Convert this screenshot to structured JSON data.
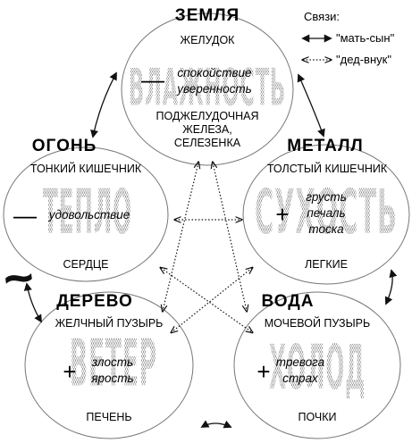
{
  "legend": {
    "title": "Связи:",
    "mother_son": "\"мать-сын\"",
    "grand": "\"дед-внук\""
  },
  "elements": {
    "earth": {
      "title": "ЗЕМЛЯ",
      "organ_top": "ЖЕЛУДОК",
      "quality": "ВЛАЖНОСТЬ",
      "sign": "—",
      "emotions": [
        "спокойствие",
        "уверенность"
      ],
      "organ_bottom": [
        "ПОДЖЕЛУДОЧНАЯ",
        "ЖЕЛЕЗА,",
        "СЕЛЕЗЕНКА"
      ]
    },
    "fire": {
      "title": "ОГОНЬ",
      "organ_top": "ТОНКИЙ КИШЕЧНИК",
      "quality": "ТЕПЛО",
      "sign": "—",
      "emotions": [
        "удовольствие"
      ],
      "organ_bottom": [
        "СЕРДЦЕ"
      ]
    },
    "metal": {
      "title": "МЕТАЛЛ",
      "organ_top": "ТОЛСТЫЙ КИШЕЧНИК",
      "quality": "СУХОСТЬ",
      "sign": "+",
      "emotions": [
        "грусть",
        "печаль",
        "тоска"
      ],
      "organ_bottom": [
        "ЛЕГКИЕ"
      ]
    },
    "wood": {
      "title": "ДЕРЕВО",
      "organ_top": "ЖЕЛЧНЫЙ ПУЗЫРЬ",
      "quality": "ВЕТЕР",
      "sign": "+",
      "emotions": [
        "злость",
        "ярость"
      ],
      "organ_bottom": [
        "ПЕЧЕНЬ"
      ]
    },
    "water": {
      "title": "ВОДА",
      "organ_top": "МОЧЕВОЙ ПУЗЫРЬ",
      "quality": "ХОЛОД",
      "sign": "+",
      "emotions": [
        "тревога",
        "страх"
      ],
      "organ_bottom": [
        "ПОЧКИ"
      ]
    }
  },
  "tilde": "~"
}
